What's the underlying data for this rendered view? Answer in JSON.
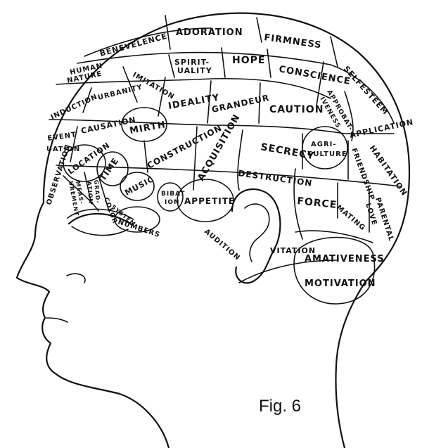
{
  "caption": "Fig. 6",
  "regions": {
    "adoration": "ADORATION",
    "firmness": "FIRMNESS",
    "benevolence": "BENEVELENCE",
    "human_nature_1": "HUMAN",
    "human_nature_2": "NATURE",
    "spirituality_1": "SPIRIT-",
    "spirituality_2": "UALITY",
    "hope": "HOPE",
    "conscience": "CONSCIENCE",
    "selfesteem": "SELFESTEEM",
    "imitation": "IMITATION",
    "urbanity": "URBANITY",
    "induction": "INDUCTION",
    "ideality": "IDEALITY",
    "grandeur": "GRANDEUR",
    "approbativeness_1": "APPROBAT-",
    "approbativeness_2": "IVENESS",
    "causation": "CAUSATION",
    "mirth": "MIRTH",
    "caution": "CAUTION",
    "application": "APPLICATION",
    "eventuation_1": "EVENT",
    "eventuation_2": "UATION",
    "location": "LOCATION",
    "construction": "CONSTRUCTION",
    "secrecy": "SECRECY",
    "agriculture_1": "AGRI-",
    "agriculture_2": "CULTURE",
    "habitation": "HABITATION",
    "friendship": "FRIENDSHIP",
    "acquisition": "ACQUISITION",
    "observation": "OBSERVATION",
    "time": "TIME",
    "music": "MUSIC",
    "destruction": "DESTRUCTION",
    "measurement_1": "MEAS-",
    "measurement_2": "UREMENT",
    "gradation_1": "GRAD-",
    "gradation_2": "ATION",
    "color": "COLOR",
    "system": "SYSTEM",
    "bibation_1": "BIBAT",
    "bibation_2": "ION",
    "appetite": "APPETITE",
    "force": "FORCE",
    "parental_love_1": "PARENTAL",
    "parental_love_2": "LOVE",
    "mating": "MATING",
    "numbers": "NUMBERS",
    "audition": "AUDITION",
    "vitation": "VITATION",
    "amativeness": "AMATIVENESS",
    "motivation": "MOTIVATION"
  }
}
